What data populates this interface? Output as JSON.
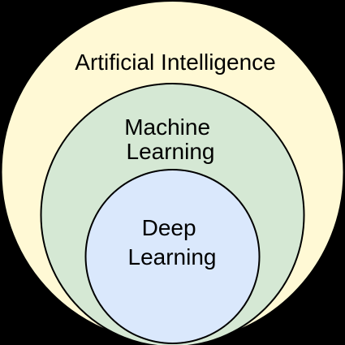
{
  "diagram": {
    "type": "nested-circles",
    "background_color": "#000000",
    "outline_color": "#000000",
    "circles": [
      {
        "id": "outer",
        "label_lines": [
          "Artificial Intelligence"
        ],
        "fill": "#FFF9D5"
      },
      {
        "id": "middle",
        "label_lines": [
          "Machine",
          "Learning"
        ],
        "fill": "#D5E8D4"
      },
      {
        "id": "inner",
        "label_lines": [
          "Deep",
          "Learning"
        ],
        "fill": "#DAE8FC"
      }
    ]
  }
}
